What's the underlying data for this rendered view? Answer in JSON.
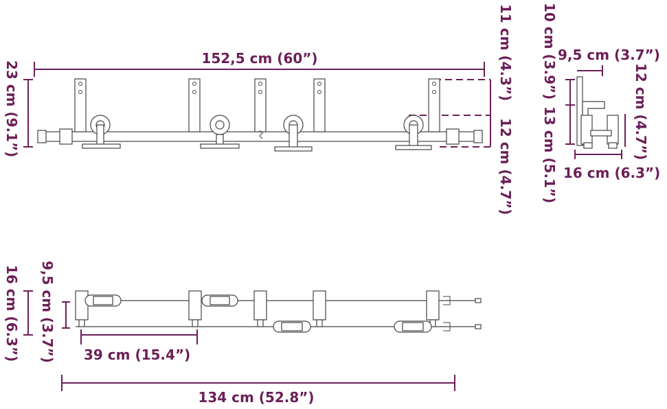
{
  "accent_color": "#6b1f57",
  "line_color": "#444444",
  "front_view": {
    "length_label": "152,5 cm (60”)",
    "height_label": "23 cm (9.1”)",
    "bracket_height_label": "11 cm (4.3”)",
    "roller_height_label": "12 cm (4.7”)"
  },
  "side_view": {
    "height_label": "10 cm (3.9”)",
    "width_top_label": "9,5 cm (3.7”)",
    "right_height_label": "12 cm (4.7”)",
    "lower_height_label": "13 cm (5.1”)",
    "width_bottom_label": "16 cm (6.3”)"
  },
  "top_view": {
    "depth_label": "16 cm (6.3”)",
    "inner_depth_label": "9,5 cm (3.7”)",
    "spacing_label": "39 cm (15.4”)",
    "length_label": "134 cm (52.8”)"
  }
}
